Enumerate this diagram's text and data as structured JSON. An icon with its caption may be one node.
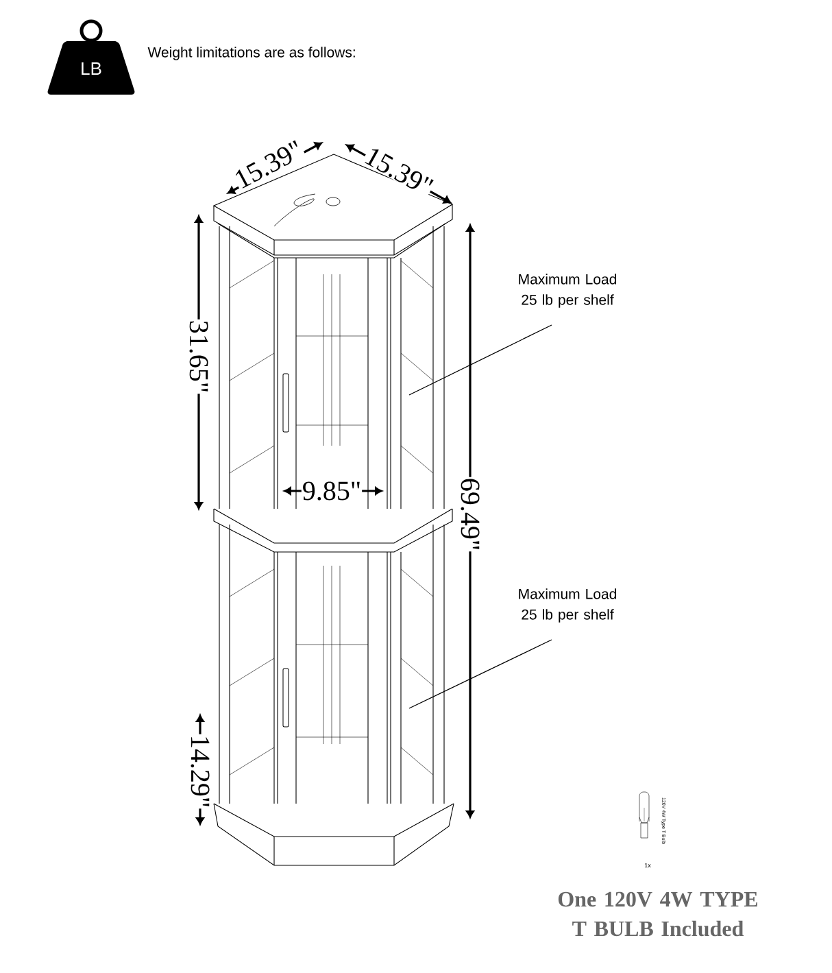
{
  "diagram": {
    "nodes": [
      {
        "text": [
          "LB"
        ],
        "beside": [
          "Weight limitations are as follows:"
        ]
      },
      {
        "text": [
          "Maximum Load 25 lb per shelf"
        ]
      },
      {
        "text": [
          "Maximum Load 25 lb per shelf"
        ]
      }
    ],
    "edges": [
      {
        "from": 1,
        "to": null,
        "arrow": "none"
      },
      {
        "from": 2,
        "to": null,
        "arrow": "none"
      }
    ],
    "labels": [
      "15.39\"",
      "15.39\"",
      "31.65\"",
      "9.85\"",
      "69.49\"",
      "14.29\"",
      "120V 4W Type T Bulb",
      "1x",
      "One 120V 4W TYPE T BULB Included"
    ]
  }
}
